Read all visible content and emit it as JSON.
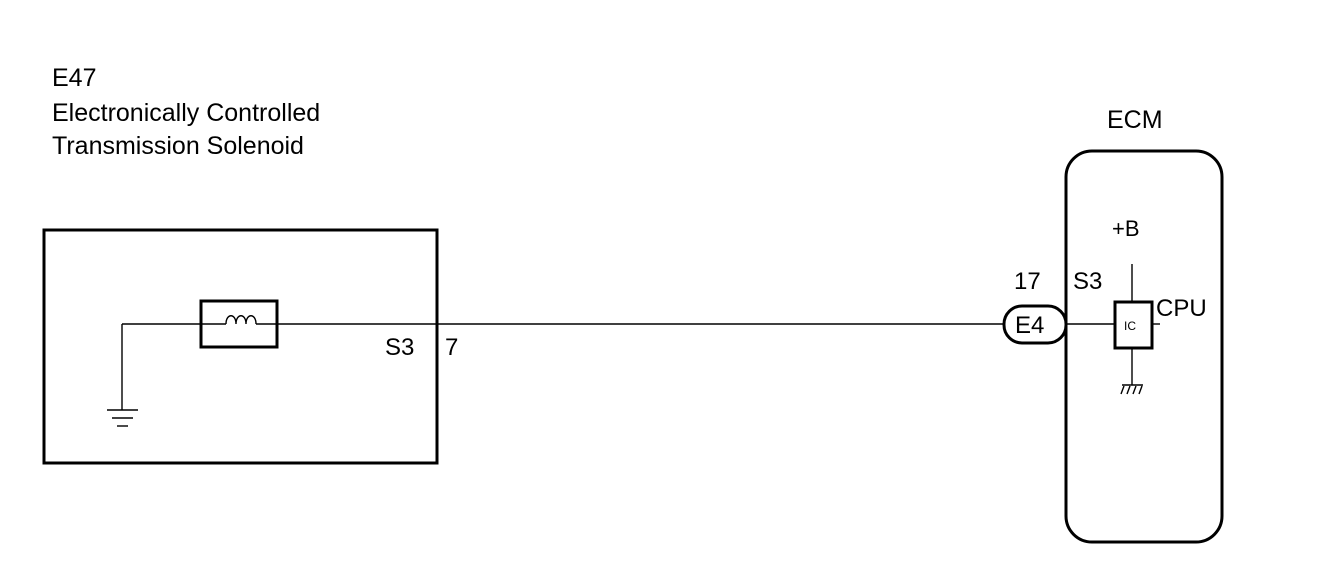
{
  "solenoid": {
    "code": "E47",
    "name_line1": "Electronically Controlled",
    "name_line2": "Transmission Solenoid",
    "terminal_name": "S3",
    "terminal_pin": "7"
  },
  "ecm": {
    "title": "ECM",
    "supply_label": "+B",
    "terminal_pin": "17",
    "terminal_name": "S3",
    "connector_id": "E4",
    "ic_label": "IC",
    "cpu_label": "CPU"
  }
}
